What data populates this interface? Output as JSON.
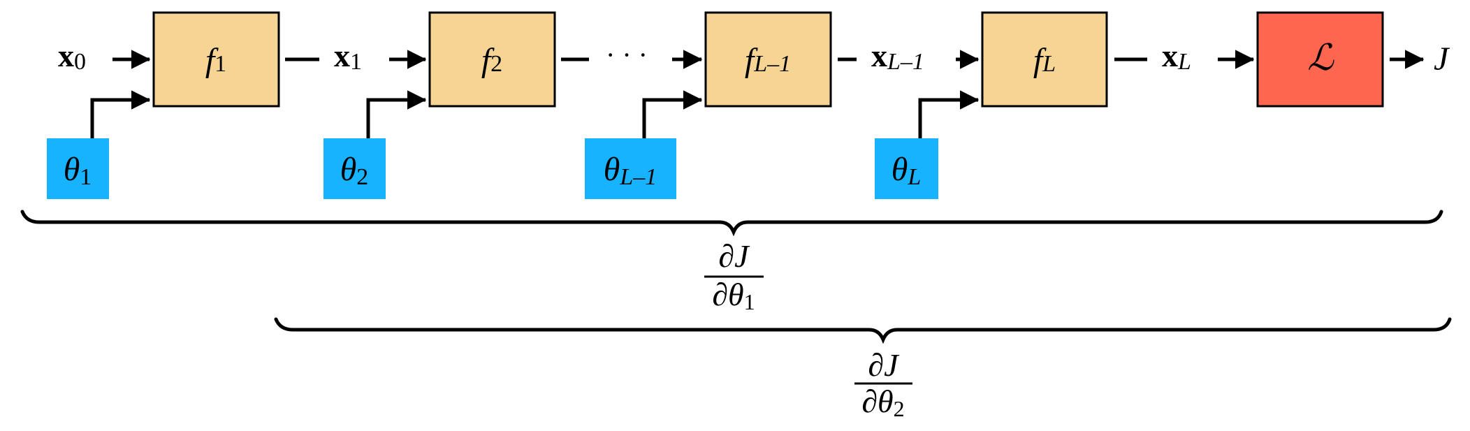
{
  "colors": {
    "function_box": "#F6D594",
    "parameter_box": "#18B3FF",
    "loss_box": "#FF6650",
    "stroke": "#000000"
  },
  "chain": {
    "input": {
      "base": "x",
      "sub": "0"
    },
    "blocks": [
      {
        "id": "f1",
        "base": "f",
        "sub": "1",
        "sub_italic": false,
        "param": {
          "base": "θ",
          "sub": "1",
          "sub_italic": false
        },
        "output": {
          "base": "x",
          "sub": "1",
          "sub_italic": false
        }
      },
      {
        "id": "f2",
        "base": "f",
        "sub": "2",
        "sub_italic": false,
        "param": {
          "base": "θ",
          "sub": "2",
          "sub_italic": false
        },
        "output": null
      },
      {
        "id": "fL-1",
        "base": "f",
        "sub": "L–1",
        "sub_italic": true,
        "param": {
          "base": "θ",
          "sub": "L–1",
          "sub_italic": true
        },
        "output": {
          "base": "x",
          "sub": "L–1",
          "sub_italic": true
        }
      },
      {
        "id": "fL",
        "base": "f",
        "sub": "L",
        "sub_italic": true,
        "param": {
          "base": "θ",
          "sub": "L",
          "sub_italic": true
        },
        "output": {
          "base": "x",
          "sub": "L",
          "sub_italic": true
        }
      }
    ],
    "ellipsis": "· · ·",
    "loss": {
      "symbol": "ℒ"
    },
    "result": "J"
  },
  "braces": [
    {
      "id": "grad-theta1",
      "numerator": "∂J",
      "denominator_base": "∂θ",
      "denominator_sub": "1"
    },
    {
      "id": "grad-theta2",
      "numerator": "∂J",
      "denominator_base": "∂θ",
      "denominator_sub": "2"
    }
  ]
}
